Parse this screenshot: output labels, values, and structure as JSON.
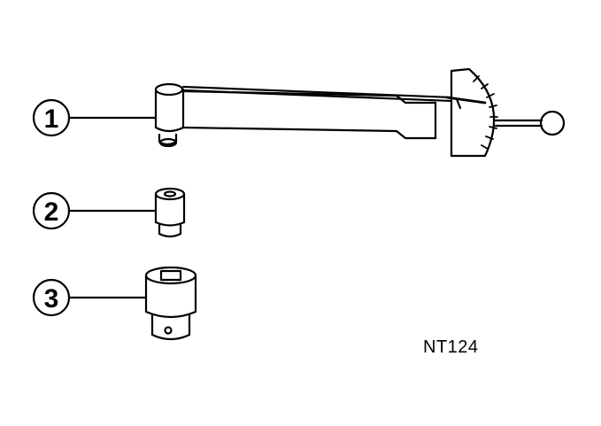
{
  "diagram": {
    "items": [
      {
        "number": "1",
        "part": "torque-wrench"
      },
      {
        "number": "2",
        "part": "small-socket-adapter"
      },
      {
        "number": "3",
        "part": "large-socket-adapter"
      }
    ],
    "figure_code": "NT124",
    "line_color": "#000000",
    "background": "#ffffff"
  }
}
